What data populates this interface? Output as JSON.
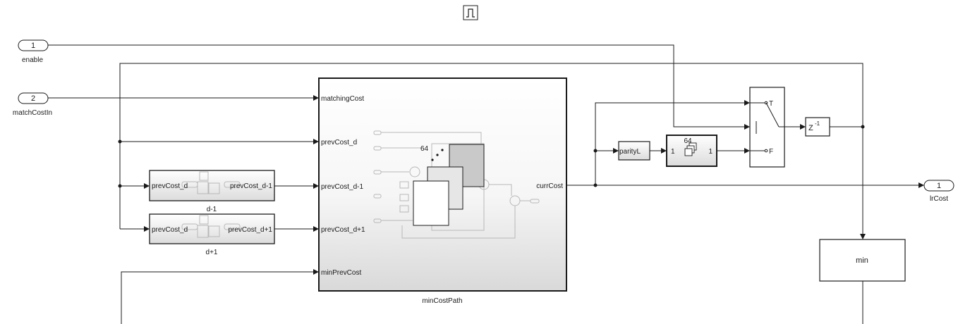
{
  "ports": {
    "in1": {
      "number": "1",
      "name": "enable"
    },
    "in2": {
      "number": "2",
      "name": "matchCostIn"
    },
    "out1": {
      "number": "1",
      "name": "lrCost"
    }
  },
  "subsystems": {
    "d_minus_1": {
      "name": "d-1",
      "in_port": "prevCost_d",
      "out_port": "prevCost_d-1"
    },
    "d_plus_1": {
      "name": "d+1",
      "in_port": "prevCost_d",
      "out_port": "prevCost_d+1"
    },
    "min_cost_path": {
      "name": "minCostPath",
      "inputs": [
        "matchingCost",
        "prevCost_d",
        "prevCost_d-1",
        "prevCost_d+1",
        "minPrevCost"
      ],
      "output": "currCost",
      "inner_label": "64"
    }
  },
  "parity_block": {
    "label": "parityL"
  },
  "iterator_block": {
    "top_label": "64",
    "left_port": "1",
    "right_port": "1"
  },
  "switch_block": {
    "true_label": "T",
    "false_label": "F"
  },
  "delay_block": {
    "label": "Z",
    "exponent": "-1"
  },
  "min_block": {
    "label": "min"
  }
}
